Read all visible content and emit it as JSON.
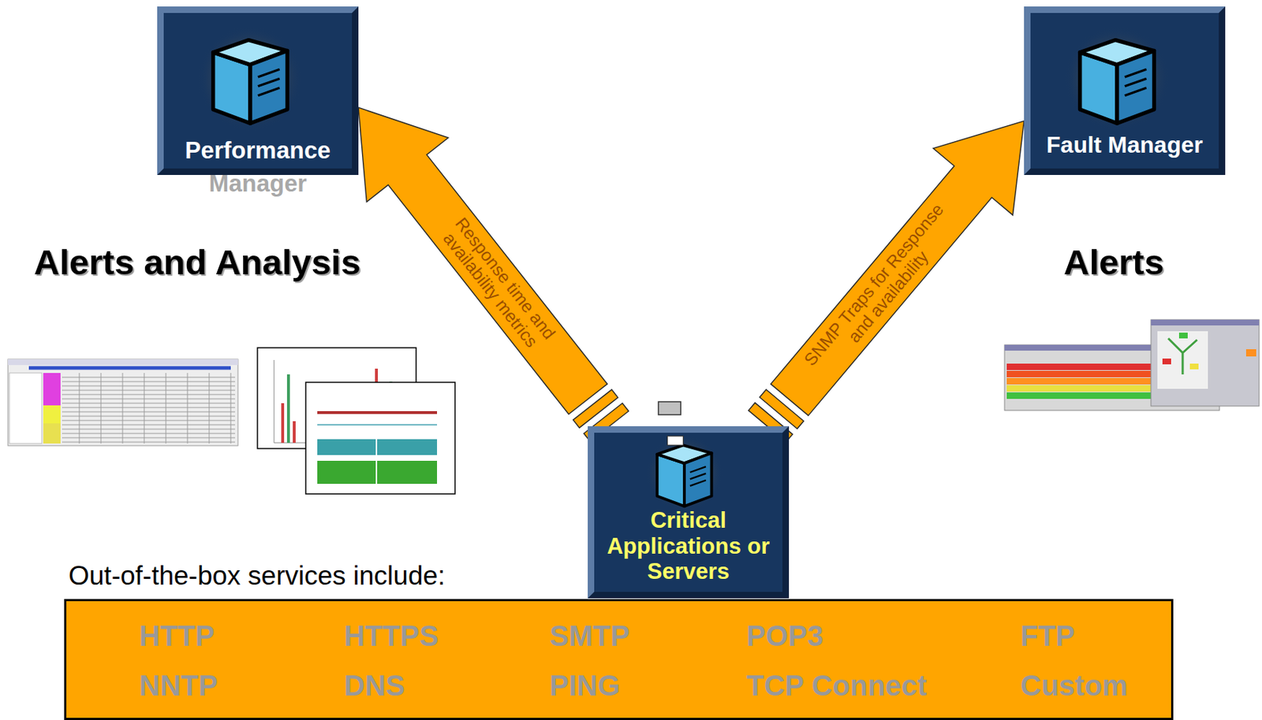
{
  "diagram": {
    "nodes": [
      {
        "text": [
          "Performance",
          "Manager"
        ]
      },
      {
        "text": [
          "Fault Manager"
        ]
      },
      {
        "text": [
          "Critical Applications or Servers"
        ]
      },
      {
        "text": [
          "HTTP",
          "HTTPS",
          "SMTP",
          "POP3",
          "FTP",
          "NNTP",
          "DNS",
          "PING",
          "TCP Connect",
          "Custom"
        ]
      }
    ],
    "edges": [
      {
        "from": 2,
        "to": 0,
        "arrow": "to",
        "label": "Response time and availability metrics"
      },
      {
        "from": 2,
        "to": 1,
        "arrow": "to",
        "label": "SNMP Traps for Response and availability"
      }
    ],
    "labels": [
      "Alerts and Analysis",
      "Alerts",
      "Out-of-the-box services include:"
    ]
  }
}
